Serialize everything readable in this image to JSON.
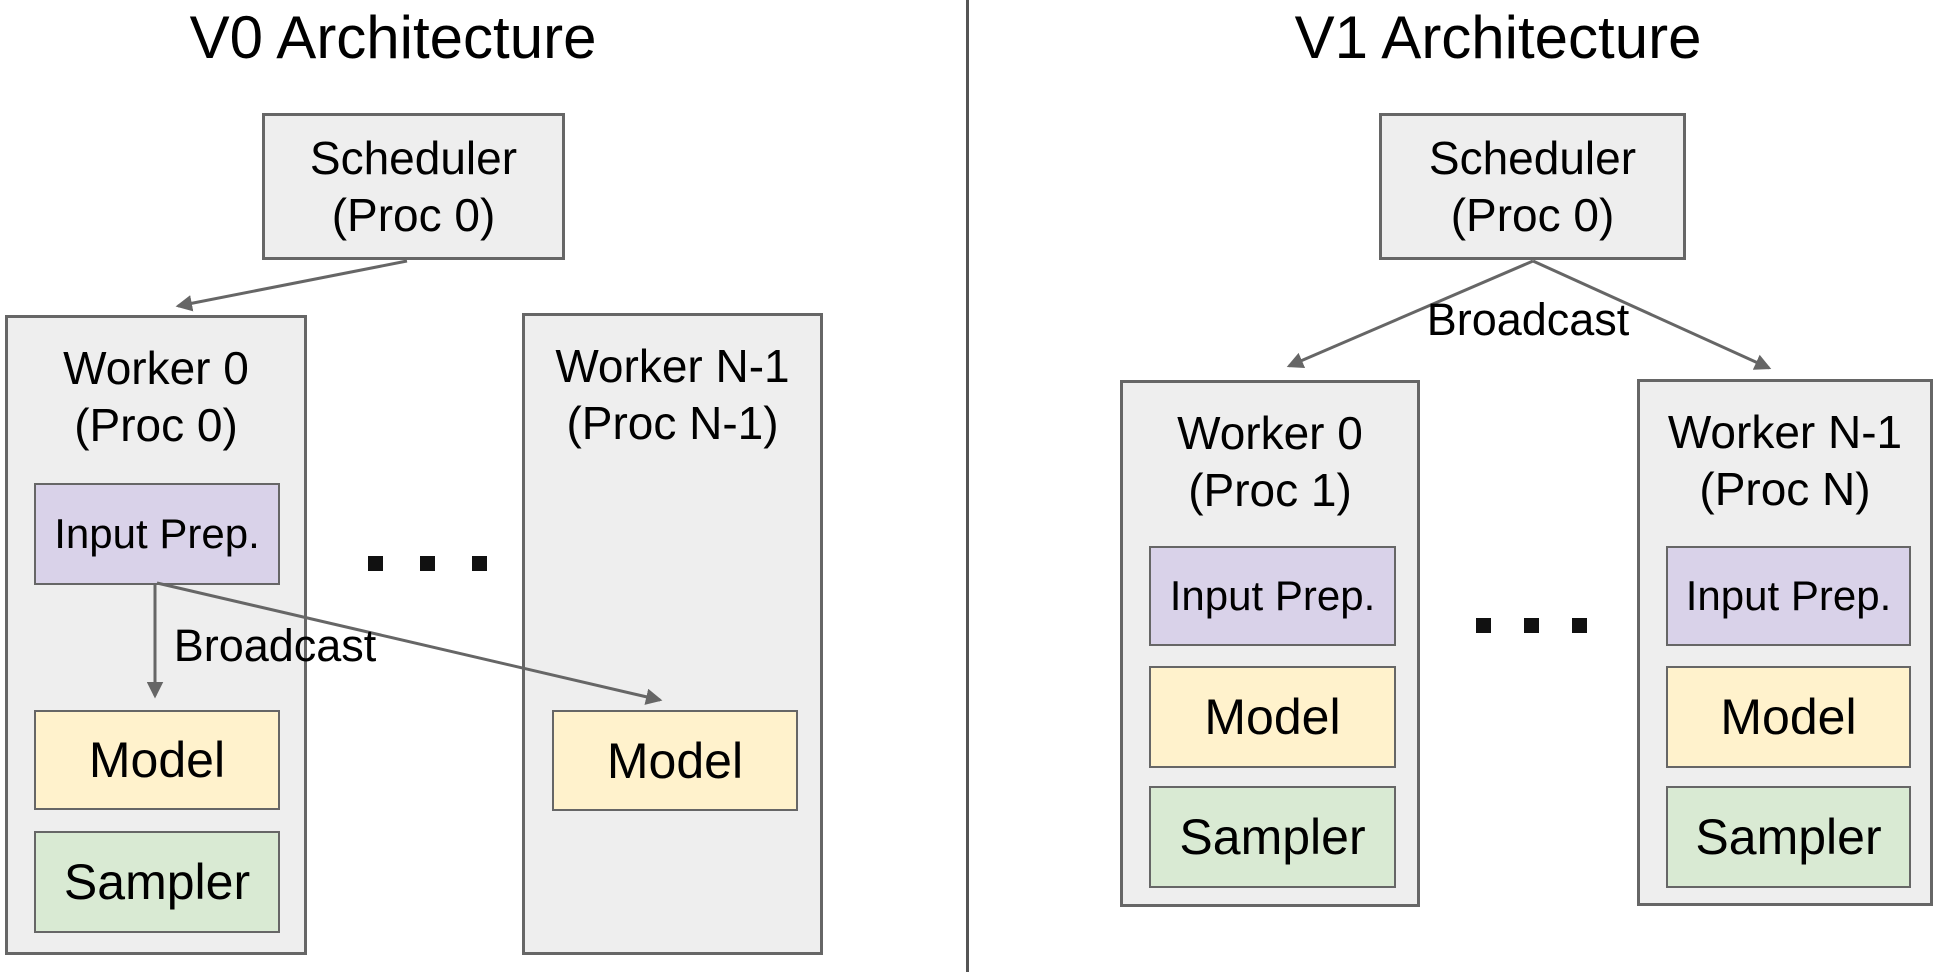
{
  "colors": {
    "background": "#ffffff",
    "node_fill": "#eeeeee",
    "node_border": "#666666",
    "input_prep_fill": "#d9d2e9",
    "model_fill": "#fff2cc",
    "sampler_fill": "#d9ead3",
    "arrow": "#666666",
    "divider": "#555555",
    "text": "#000000",
    "dot": "#111111"
  },
  "v0": {
    "title": "V0 Architecture",
    "scheduler": {
      "name": "Scheduler",
      "proc": "(Proc 0)"
    },
    "broadcast": "Broadcast",
    "ellipsis": ". . .",
    "worker0": {
      "name": "Worker 0",
      "proc": "(Proc 0)",
      "input_prep": "Input Prep.",
      "model": "Model",
      "sampler": "Sampler"
    },
    "workerN": {
      "name": "Worker N-1",
      "proc": "(Proc N-1)",
      "model": "Model"
    }
  },
  "v1": {
    "title": "V1 Architecture",
    "scheduler": {
      "name": "Scheduler",
      "proc": "(Proc 0)"
    },
    "broadcast": "Broadcast",
    "ellipsis": ". . .",
    "worker0": {
      "name": "Worker 0",
      "proc": "(Proc 1)",
      "input_prep": "Input Prep.",
      "model": "Model",
      "sampler": "Sampler"
    },
    "workerN": {
      "name": "Worker N-1",
      "proc": "(Proc N)",
      "input_prep": "Input Prep.",
      "model": "Model",
      "sampler": "Sampler"
    }
  }
}
